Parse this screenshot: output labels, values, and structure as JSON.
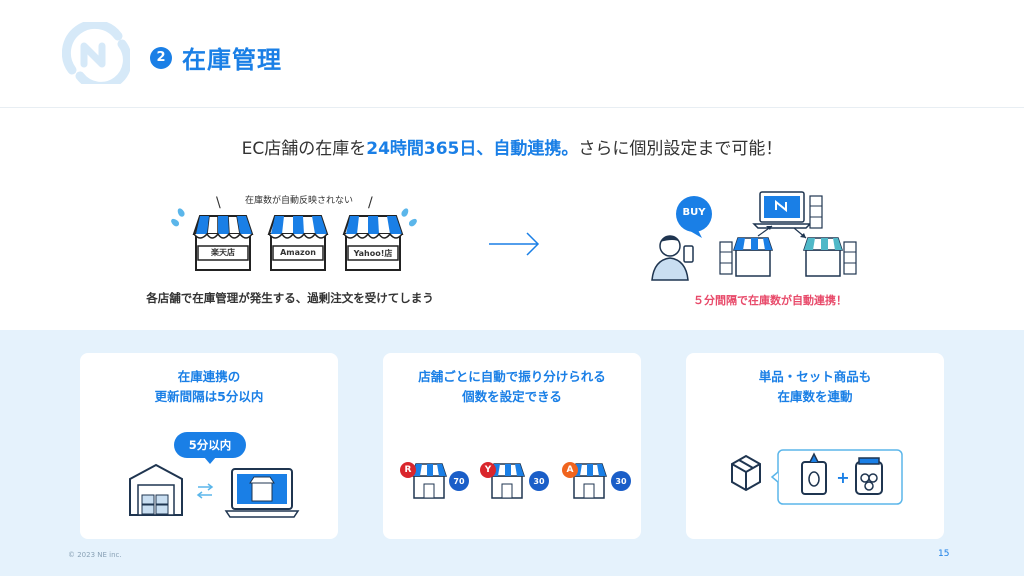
{
  "header": {
    "section_number": "2",
    "title": "在庫管理"
  },
  "headline": {
    "part1": "EC店舗の在庫を",
    "highlight": "24時間365日、自動連携。",
    "part2": "さらに個別設定まで可能！"
  },
  "left_flow": {
    "no_sync_caption": "在庫数が自動反映されない",
    "shops": [
      "楽天店",
      "Amazon",
      "Yahoo!店"
    ],
    "caption": "各店舗で在庫管理が発生する、過剰注文を受けてしまう"
  },
  "right_flow": {
    "buy_label": "BUY",
    "caption": "５分間隔で在庫数が自動連携！"
  },
  "cards": [
    {
      "title_line1": "在庫連携の",
      "title_line2": "更新間隔は5分以内",
      "bubble": "5分以内"
    },
    {
      "title_line1": "店舗ごとに自動で振り分けられる",
      "title_line2": "個数を設定できる",
      "shops": [
        {
          "letter": "R",
          "count": "70",
          "color": "#d9262c"
        },
        {
          "letter": "Y",
          "count": "30",
          "color": "#d9262c"
        },
        {
          "letter": "A",
          "count": "30",
          "color": "#f0641e"
        }
      ]
    },
    {
      "title_line1": "単品・セット商品も",
      "title_line2": "在庫数を連動",
      "plus": "+"
    }
  ],
  "footer": {
    "copyright": "© 2023 NE inc.",
    "page_number": "15"
  },
  "colors": {
    "accent": "#1a7fe6",
    "alert": "#e84a6a",
    "band": "#e5f2fc"
  }
}
